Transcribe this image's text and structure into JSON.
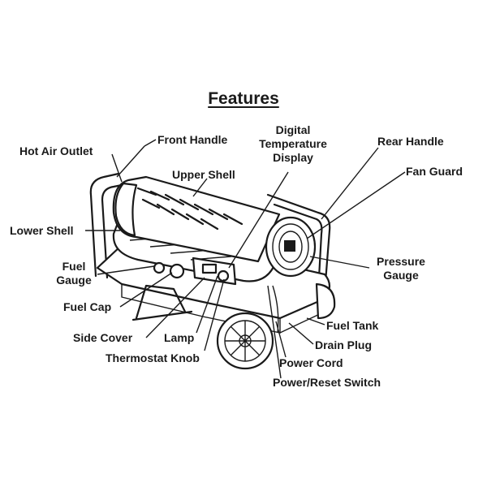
{
  "title": "Features",
  "labels": {
    "hot_air_outlet": "Hot Air Outlet",
    "front_handle": "Front Handle",
    "digital_temperature_display": [
      "Digital",
      "Temperature",
      "Display"
    ],
    "rear_handle": "Rear Handle",
    "upper_shell": "Upper Shell",
    "fan_guard": "Fan Guard",
    "lower_shell": "Lower Shell",
    "fuel_gauge": [
      "Fuel",
      "Gauge"
    ],
    "pressure_gauge": [
      "Pressure",
      "Gauge"
    ],
    "fuel_cap": "Fuel Cap",
    "fuel_tank": "Fuel Tank",
    "drain_plug": "Drain Plug",
    "side_cover": "Side Cover",
    "lamp": "Lamp",
    "thermostat_knob": "Thermostat Knob",
    "power_cord": "Power Cord",
    "power_reset_switch": "Power/Reset Switch"
  }
}
